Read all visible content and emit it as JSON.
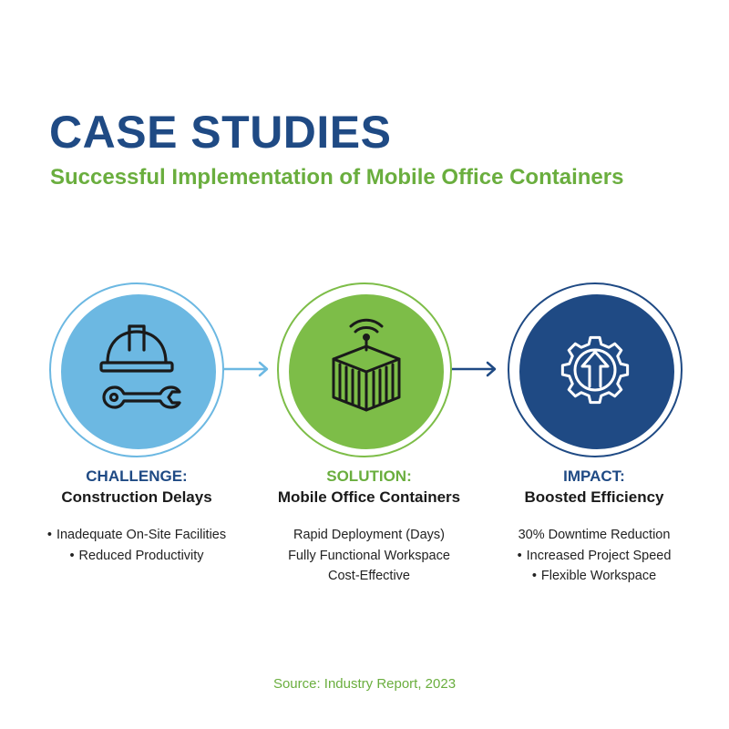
{
  "header": {
    "title": "CASE STUDIES",
    "subtitle": "Successful Implementation of Mobile Office Containers"
  },
  "steps": [
    {
      "icon": "hard-hat-wrench-icon",
      "color": "#6cb8e2",
      "label": "CHALLENGE:",
      "label_color": "#1f4a84",
      "heading": "Construction Delays",
      "bulleted": true,
      "items": [
        "Inadequate On-Site Facilities",
        "Reduced Productivity"
      ]
    },
    {
      "icon": "connected-container-icon",
      "color": "#7dbd48",
      "label": "SOLUTION:",
      "label_color": "#6aae3e",
      "heading": "Mobile Office Containers",
      "bulleted": false,
      "items": [
        "Rapid Deployment (Days)",
        "Fully Functional Workspace",
        "Cost-Effective"
      ]
    },
    {
      "icon": "gear-arrow-up-icon",
      "color": "#1f4a84",
      "label": "IMPACT:",
      "label_color": "#1f4a84",
      "heading": "Boosted Efficiency",
      "bulleted": "partial",
      "items": [
        "30% Downtime Reduction",
        "Increased Project Speed",
        "Flexible Workspace"
      ]
    }
  ],
  "footer": {
    "source": "Source: Industry Report, 2023"
  }
}
